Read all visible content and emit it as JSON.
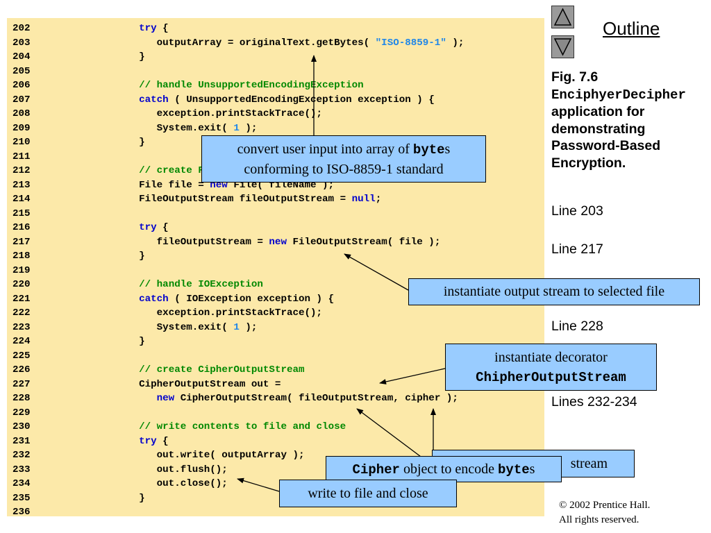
{
  "code": {
    "lines": [
      {
        "num": "202",
        "parts": [
          [
            "p",
            "        "
          ],
          [
            "k",
            "try"
          ],
          [
            "p",
            " {"
          ]
        ]
      },
      {
        "num": "203",
        "parts": [
          [
            "p",
            "           outputArray = originalText.getBytes( "
          ],
          [
            "s",
            "\"ISO-8859-1\""
          ],
          [
            "p",
            " );"
          ]
        ]
      },
      {
        "num": "204",
        "parts": [
          [
            "p",
            "        }"
          ]
        ]
      },
      {
        "num": "205",
        "parts": []
      },
      {
        "num": "206",
        "parts": [
          [
            "p",
            "        "
          ],
          [
            "c",
            "// handle UnsupportedEncodingException"
          ]
        ]
      },
      {
        "num": "207",
        "parts": [
          [
            "p",
            "        "
          ],
          [
            "k",
            "catch"
          ],
          [
            "p",
            " ( UnsupportedEncodingException exception ) {"
          ]
        ]
      },
      {
        "num": "208",
        "parts": [
          [
            "p",
            "           exception.printStackTrace();"
          ]
        ]
      },
      {
        "num": "209",
        "parts": [
          [
            "p",
            "           System.exit( "
          ],
          [
            "n",
            "1"
          ],
          [
            "p",
            " );"
          ]
        ]
      },
      {
        "num": "210",
        "parts": [
          [
            "p",
            "        }"
          ]
        ]
      },
      {
        "num": "211",
        "parts": []
      },
      {
        "num": "212",
        "parts": [
          [
            "p",
            "        "
          ],
          [
            "c",
            "// create FileOutputStream"
          ]
        ]
      },
      {
        "num": "213",
        "parts": [
          [
            "p",
            "        File file = "
          ],
          [
            "k",
            "new"
          ],
          [
            "p",
            " File( fileName );"
          ]
        ]
      },
      {
        "num": "214",
        "parts": [
          [
            "p",
            "        FileOutputStream fileOutputStream = "
          ],
          [
            "k",
            "null"
          ],
          [
            "p",
            ";"
          ]
        ]
      },
      {
        "num": "215",
        "parts": []
      },
      {
        "num": "216",
        "parts": [
          [
            "p",
            "        "
          ],
          [
            "k",
            "try"
          ],
          [
            "p",
            " {"
          ]
        ]
      },
      {
        "num": "217",
        "parts": [
          [
            "p",
            "           fileOutputStream = "
          ],
          [
            "k",
            "new"
          ],
          [
            "p",
            " FileOutputStream( file );"
          ]
        ]
      },
      {
        "num": "218",
        "parts": [
          [
            "p",
            "        }"
          ]
        ]
      },
      {
        "num": "219",
        "parts": []
      },
      {
        "num": "220",
        "parts": [
          [
            "p",
            "        "
          ],
          [
            "c",
            "// handle IOException"
          ]
        ]
      },
      {
        "num": "221",
        "parts": [
          [
            "p",
            "        "
          ],
          [
            "k",
            "catch"
          ],
          [
            "p",
            " ( IOException exception ) {"
          ]
        ]
      },
      {
        "num": "222",
        "parts": [
          [
            "p",
            "           exception.printStackTrace();"
          ]
        ]
      },
      {
        "num": "223",
        "parts": [
          [
            "p",
            "           System.exit( "
          ],
          [
            "n",
            "1"
          ],
          [
            "p",
            " );"
          ]
        ]
      },
      {
        "num": "224",
        "parts": [
          [
            "p",
            "        }"
          ]
        ]
      },
      {
        "num": "225",
        "parts": []
      },
      {
        "num": "226",
        "parts": [
          [
            "p",
            "        "
          ],
          [
            "c",
            "// create CipherOutputStream"
          ]
        ]
      },
      {
        "num": "227",
        "parts": [
          [
            "p",
            "        CipherOutputStream out ="
          ]
        ]
      },
      {
        "num": "228",
        "parts": [
          [
            "p",
            "           "
          ],
          [
            "k",
            "new"
          ],
          [
            "p",
            " CipherOutputStream( fileOutputStream, cipher );"
          ]
        ]
      },
      {
        "num": "229",
        "parts": []
      },
      {
        "num": "230",
        "parts": [
          [
            "p",
            "        "
          ],
          [
            "c",
            "// write contents to file and close"
          ]
        ]
      },
      {
        "num": "231",
        "parts": [
          [
            "p",
            "        "
          ],
          [
            "k",
            "try"
          ],
          [
            "p",
            " {"
          ]
        ]
      },
      {
        "num": "232",
        "parts": [
          [
            "p",
            "           out.write( outputArray );"
          ]
        ]
      },
      {
        "num": "233",
        "parts": [
          [
            "p",
            "           out.flush();"
          ]
        ]
      },
      {
        "num": "234",
        "parts": [
          [
            "p",
            "           out.close();"
          ]
        ]
      },
      {
        "num": "235",
        "parts": [
          [
            "p",
            "        }"
          ]
        ]
      },
      {
        "num": "236",
        "parts": []
      }
    ]
  },
  "sidebar": {
    "outline_label": "Outline",
    "nav_up_icon": "triangle-up-icon",
    "nav_down_icon": "triangle-down-icon",
    "caption_prefix": "Fig. 7.6 ",
    "caption_class_part1": "EnciphyerDeciphe",
    "caption_class_part2": "r",
    "caption_suffix": " application for demonstrating Password-Based Encryption.",
    "line_refs": [
      "Line 203",
      "Line 217",
      "Line 228",
      "Lines 232-234"
    ]
  },
  "callouts": {
    "bytes": {
      "pre": "convert user input into array of ",
      "mono": "byte",
      "post": "s",
      "line2": "conforming to ISO-8859-1 standard"
    },
    "output_stream": {
      "text": "instantiate output stream to selected file"
    },
    "decorator": {
      "line1": "instantiate decorator",
      "mono": "ChipherOutputStream"
    },
    "stream_partial": {
      "text": "stream"
    },
    "cipher": {
      "mono1": "Cipher",
      "mid": " object to encode ",
      "mono2": "byte",
      "post": "s"
    },
    "write_close": {
      "text": "write to file and close"
    }
  },
  "footer": {
    "copyright_symbol": "©",
    "copyright_line1": " 2002 Prentice Hall.",
    "copyright_line2": "All rights reserved."
  },
  "colors": {
    "code_background": "#fce9a9",
    "keyword": "#0000cc",
    "comment": "#008800",
    "literal": "#1f86e8",
    "callout_fill": "#99ccff"
  }
}
